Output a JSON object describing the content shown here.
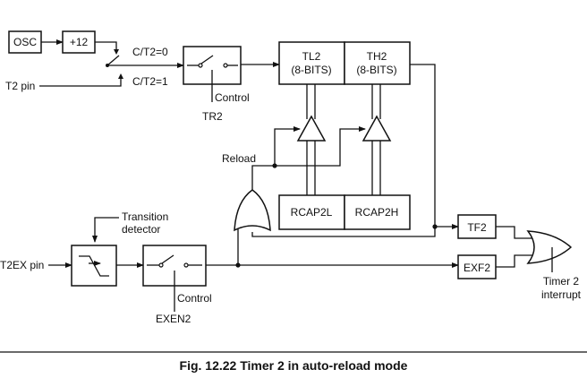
{
  "labels": {
    "osc": "OSC",
    "div12": "+12",
    "ct2_0": "C/T2=0",
    "ct2_1": "C/T2=1",
    "t2pin": "T2 pin",
    "control1": "Control",
    "tr2": "TR2",
    "tl2_a": "TL2",
    "tl2_b": "(8-BITS)",
    "th2_a": "TH2",
    "th2_b": "(8-BITS)",
    "reload": "Reload",
    "rcap2l": "RCAP2L",
    "rcap2h": "RCAP2H",
    "transition_a": "Transition",
    "transition_b": "detector",
    "t2ex_pin": "T2EX pin",
    "control2": "Control",
    "exen2": "EXEN2",
    "tf2": "TF2",
    "exf2": "EXF2",
    "timer2_a": "Timer 2",
    "timer2_b": "interrupt",
    "caption": "Fig. 12.22 Timer 2 in auto-reload mode"
  }
}
